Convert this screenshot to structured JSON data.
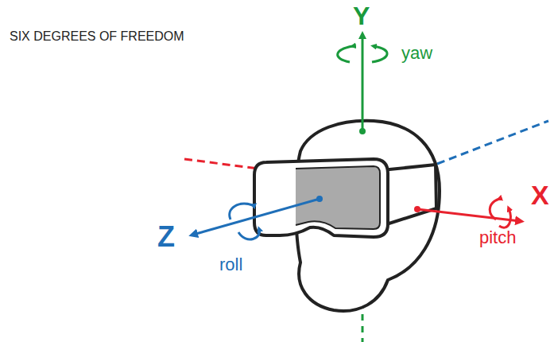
{
  "diagram": {
    "title": "SIX DEGREES OF FREEDOM",
    "labels": [
      "Y",
      "yaw",
      "X",
      "pitch",
      "Z",
      "roll"
    ]
  }
}
